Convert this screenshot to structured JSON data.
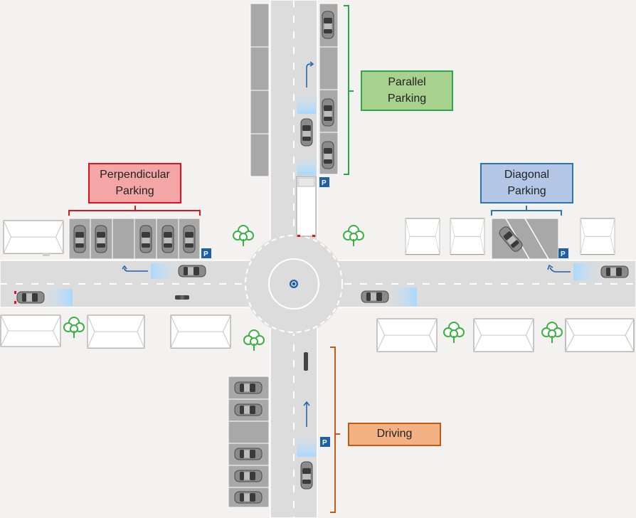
{
  "labels": {
    "parallel": {
      "line1": "Parallel",
      "line2": "Parking"
    },
    "perpendicular": {
      "line1": "Perpendicular",
      "line2": "Parking"
    },
    "diagonal": {
      "line1": "Diagonal",
      "line2": "Parking"
    },
    "driving": {
      "text": "Driving"
    }
  },
  "colors": {
    "background": "#f3f2f1",
    "road": "#dcdcdc",
    "parking_slot": "#a8a8a8",
    "parallel_accent": "#2ba84a",
    "perpendicular_accent": "#e3121b",
    "diagonal_accent": "#2e75b6",
    "driving_accent": "#c55a11",
    "parking_sign": "#1f5fa8",
    "tree": "#3cb043"
  },
  "icons": {
    "parking_sign": "P"
  }
}
